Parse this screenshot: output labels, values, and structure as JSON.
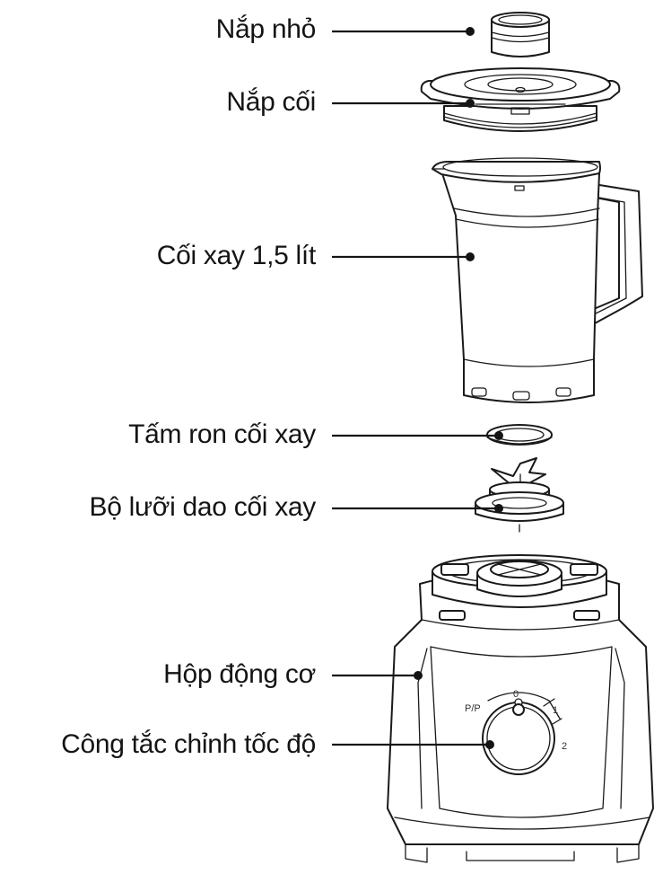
{
  "labels": {
    "small_lid": "Nắp nhỏ",
    "jar_lid": "Nắp cối",
    "jar": "Cối xay 1,5 lít",
    "gasket": "Tấm ron cối xay",
    "blade": "Bộ lưỡi dao cối xay",
    "motor": "Hộp động cơ",
    "switch": "Công tắc chỉnh tốc độ"
  },
  "dial_marks": {
    "pulse": "P/P",
    "zero": "0",
    "one": "1",
    "two": "2"
  }
}
